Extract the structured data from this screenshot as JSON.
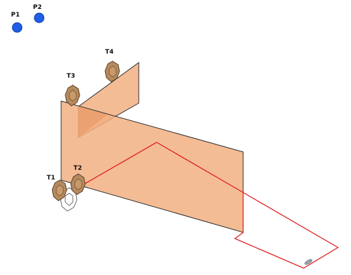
{
  "players": [
    {
      "id": "p1",
      "label": "P1",
      "color": "#1e5fe6"
    },
    {
      "id": "p2",
      "label": "P2",
      "color": "#1e5fe6"
    }
  ],
  "targets": [
    {
      "id": "t1",
      "label": "T1",
      "state": "selected"
    },
    {
      "id": "t2",
      "label": "T2",
      "state": "normal"
    },
    {
      "id": "t3",
      "label": "T3",
      "state": "normal"
    },
    {
      "id": "t4",
      "label": "T4",
      "state": "normal"
    }
  ],
  "colors": {
    "wall_fill": "#f2b082",
    "wall_stroke": "#2a2a2a",
    "path_stroke": "#e02020",
    "target_fill": "#b58a5e",
    "target_inner": "#c79a6c",
    "player_stroke": "#0b3aa8",
    "marker_fill": "#9aa0a8"
  }
}
